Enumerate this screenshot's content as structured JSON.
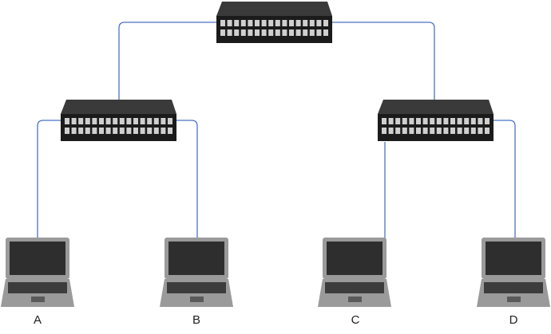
{
  "diagram": {
    "colors": {
      "link": "#4a72c4",
      "switch_top": "#3a3a3a",
      "switch_front": "#1b1b1b",
      "port": "#cfcfcf",
      "laptop_body": "#9a9a9a",
      "laptop_screen": "#2e2e2e",
      "keyboard": "#3c3c3c"
    },
    "switches": [
      {
        "id": "core-switch"
      },
      {
        "id": "left-switch"
      },
      {
        "id": "right-switch"
      }
    ],
    "laptops": [
      {
        "id": "laptop-a",
        "label": "A"
      },
      {
        "id": "laptop-b",
        "label": "B"
      },
      {
        "id": "laptop-c",
        "label": "C"
      },
      {
        "id": "laptop-d",
        "label": "D"
      }
    ],
    "links": [
      {
        "from": "core-switch",
        "to": "left-switch"
      },
      {
        "from": "core-switch",
        "to": "right-switch"
      },
      {
        "from": "left-switch",
        "to": "laptop-a"
      },
      {
        "from": "left-switch",
        "to": "laptop-b"
      },
      {
        "from": "right-switch",
        "to": "laptop-c"
      },
      {
        "from": "right-switch",
        "to": "laptop-d"
      }
    ]
  }
}
